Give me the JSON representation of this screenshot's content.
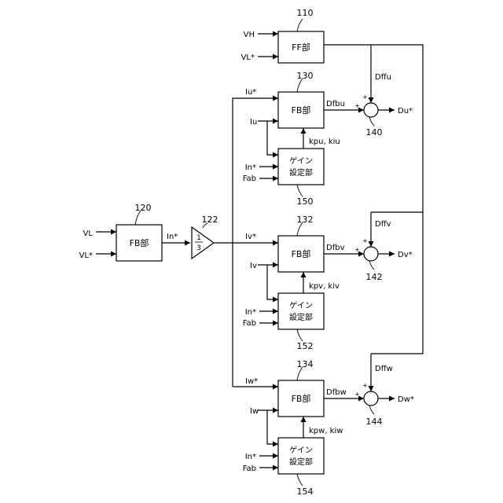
{
  "colors": {
    "line": "#000000",
    "background": "#ffffff"
  },
  "inputs": {
    "vh": "VH",
    "vl_star_ff": "VL*",
    "vl": "VL",
    "vl_star": "VL*",
    "iu_star": "Iu*",
    "iu": "Iu",
    "iv_star": "Iv*",
    "iv": "Iv",
    "iw_star": "Iw*",
    "iw": "Iw",
    "in_star_u": "In*",
    "fab_u": "Fab",
    "in_star_v": "In*",
    "fab_v": "Fab",
    "in_star_w": "In*",
    "fab_w": "Fab"
  },
  "blocks": {
    "ff": "FF部",
    "fb120": "FB部",
    "fb130": "FB部",
    "fb132": "FB部",
    "fb134": "FB部",
    "gain_line1": "ゲイン",
    "gain_line2": "設定部",
    "divider_num": "1",
    "divider_den": "3"
  },
  "refs": {
    "r110": "110",
    "r120": "120",
    "r122": "122",
    "r130": "130",
    "r132": "132",
    "r134": "134",
    "r140": "140",
    "r142": "142",
    "r144": "144",
    "r150": "150",
    "r152": "152",
    "r154": "154"
  },
  "signals": {
    "in_star": "In*",
    "dffu": "Dffu",
    "dffv": "Dffv",
    "dffw": "Dffw",
    "dfbu": "Dfbu",
    "dfbv": "Dfbv",
    "dfbw": "Dfbw",
    "du_star": "Du*",
    "dv_star": "Dv*",
    "dw_star": "Dw*",
    "gain_u": "kpu, kiu",
    "gain_v": "kpv, kiv",
    "gain_w": "kpw, kiw",
    "plus": "+"
  }
}
